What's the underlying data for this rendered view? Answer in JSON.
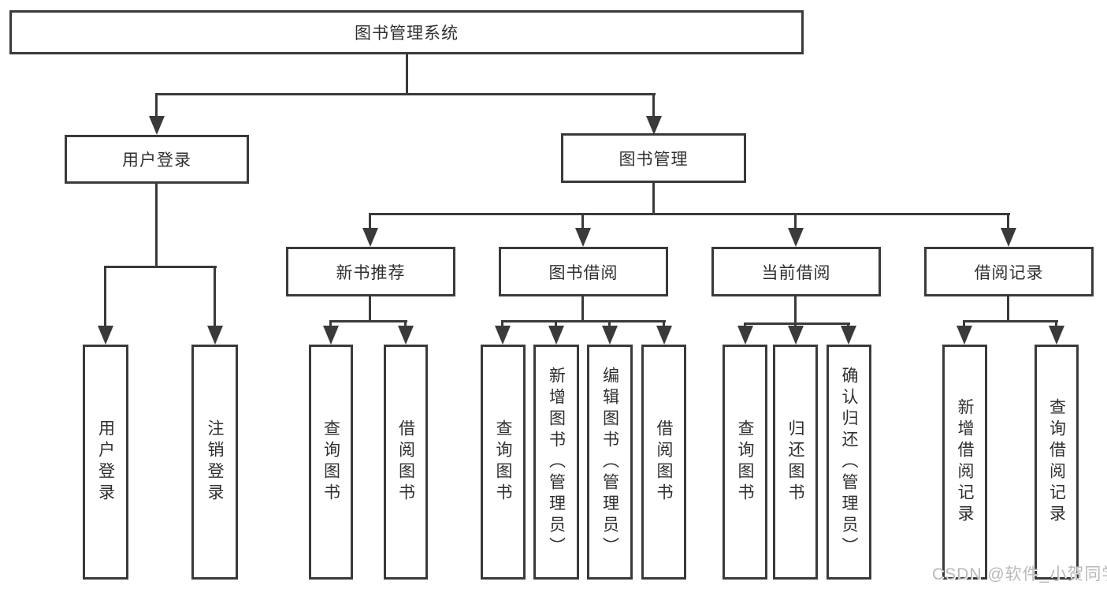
{
  "diagram": {
    "type": "hierarchy-tree",
    "colors": {
      "line": "#3a3a3a",
      "text": "#2f2f2f",
      "background": "#ffffff",
      "watermark": "#b9b9b9"
    },
    "tree": {
      "label": "图书管理系统",
      "children": [
        {
          "label": "用户登录",
          "children": [
            {
              "label": "用户登录"
            },
            {
              "label": "注销登录"
            }
          ]
        },
        {
          "label": "图书管理",
          "children": [
            {
              "label": "新书推荐",
              "children": [
                {
                  "label": "查询图书"
                },
                {
                  "label": "借阅图书"
                }
              ]
            },
            {
              "label": "图书借阅",
              "children": [
                {
                  "label": "查询图书"
                },
                {
                  "label": "新增图书（管理员）"
                },
                {
                  "label": "编辑图书（管理员）"
                },
                {
                  "label": "借阅图书"
                }
              ]
            },
            {
              "label": "当前借阅",
              "children": [
                {
                  "label": "查询图书"
                },
                {
                  "label": "归还图书"
                },
                {
                  "label": "确认归还（管理员）"
                }
              ]
            },
            {
              "label": "借阅记录",
              "children": [
                {
                  "label": "新增借阅记录"
                },
                {
                  "label": "查询借阅记录"
                }
              ]
            }
          ]
        }
      ]
    },
    "watermark": {
      "text": "CSDN @软件_小贺同学"
    }
  }
}
